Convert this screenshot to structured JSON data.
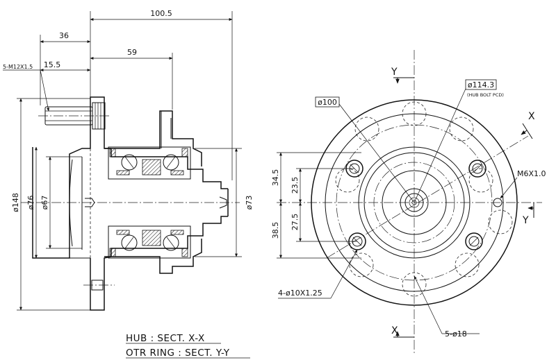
{
  "side_view": {
    "dims": {
      "overall_length": "100.5",
      "flange_to_face": "36",
      "flange_to_bearing": "59",
      "stud_length": "15.5",
      "stud_thread": "5-M12X1.5",
      "flange_dia": "ø148",
      "pilot_dia": "ø76",
      "bore_dia": "ø67",
      "outer_dia": "ø73"
    }
  },
  "front_view": {
    "dims": {
      "bore_dia": "ø100",
      "hub_bolt_pcd": "ø114.3",
      "hub_bolt_pcd_note": "(HUB BOLT PCD)",
      "tap": "M6X1.0",
      "upper_offset": "34.5",
      "upper_inner": "23.5",
      "lower_inner": "27.5",
      "lower_offset": "38.5",
      "mount_holes": "4-ø10X1.25",
      "wheel_holes": "5-ø18"
    },
    "section_labels": {
      "y_top": "Y",
      "y_right": "Y",
      "x_top": "X",
      "x_bottom": "X"
    }
  },
  "captions": {
    "hub": "HUB : SECT. X-X",
    "outer_ring": "OTR RING : SECT. Y-Y"
  }
}
